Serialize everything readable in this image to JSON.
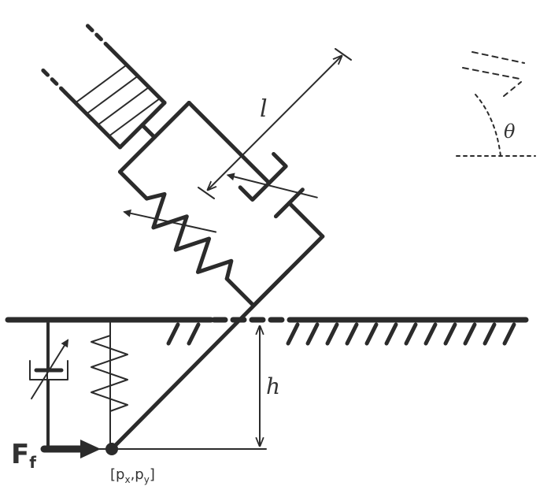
{
  "labels": {
    "length": "l",
    "angle": "θ",
    "height": "h",
    "force_main": "F",
    "force_sub": "f",
    "point_open": "[p",
    "point_x": "x",
    "point_sep": ",p",
    "point_y": "y",
    "point_close": "]"
  },
  "colors": {
    "ink": "#2b2b2b",
    "text": "#333333",
    "background": "#ffffff"
  }
}
